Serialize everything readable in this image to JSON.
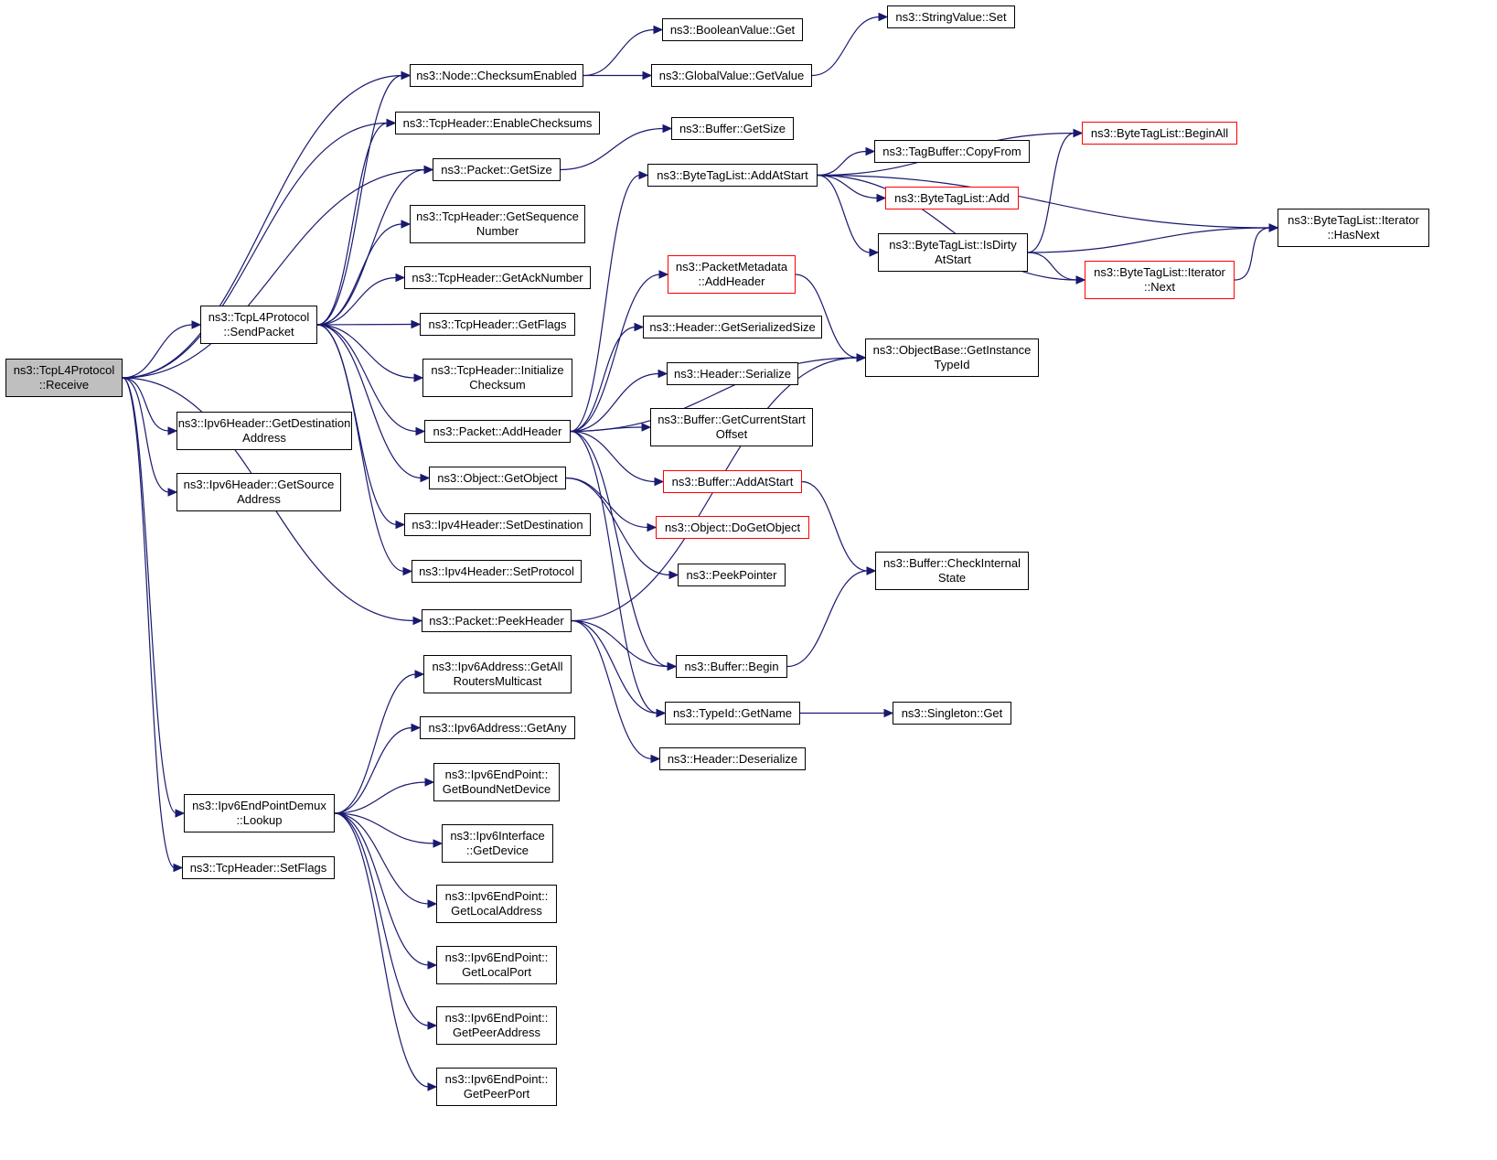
{
  "diagram": {
    "title": "",
    "colors": {
      "edge": "#191970",
      "node_border": "#000000",
      "truncated_border": "#ff0000",
      "root_fill": "#bfbfbf"
    },
    "nodes": [
      {
        "id": "receive",
        "label": "ns3::TcpL4Protocol\n::Receive",
        "root": true
      },
      {
        "id": "sendpacket",
        "label": "ns3::TcpL4Protocol\n::SendPacket"
      },
      {
        "id": "getdest6",
        "label": "ns3::Ipv6Header::GetDestination\nAddress"
      },
      {
        "id": "getsrc6",
        "label": "ns3::Ipv6Header::GetSource\nAddress"
      },
      {
        "id": "lookup",
        "label": "ns3::Ipv6EndPointDemux\n::Lookup"
      },
      {
        "id": "setflags",
        "label": "ns3::TcpHeader::SetFlags"
      },
      {
        "id": "checksumenabled",
        "label": "ns3::Node::ChecksumEnabled"
      },
      {
        "id": "enablechecksums",
        "label": "ns3::TcpHeader::EnableChecksums"
      },
      {
        "id": "pktgetsize",
        "label": "ns3::Packet::GetSize"
      },
      {
        "id": "getseq",
        "label": "ns3::TcpHeader::GetSequence\nNumber"
      },
      {
        "id": "getack",
        "label": "ns3::TcpHeader::GetAckNumber"
      },
      {
        "id": "getflags",
        "label": "ns3::TcpHeader::GetFlags"
      },
      {
        "id": "initchecksum",
        "label": "ns3::TcpHeader::Initialize\nChecksum"
      },
      {
        "id": "addheader",
        "label": "ns3::Packet::AddHeader"
      },
      {
        "id": "getobject",
        "label": "ns3::Object::GetObject"
      },
      {
        "id": "setdest4",
        "label": "ns3::Ipv4Header::SetDestination"
      },
      {
        "id": "setproto4",
        "label": "ns3::Ipv4Header::SetProtocol"
      },
      {
        "id": "peekheader",
        "label": "ns3::Packet::PeekHeader"
      },
      {
        "id": "allrouters",
        "label": "ns3::Ipv6Address::GetAll\nRoutersMulticast"
      },
      {
        "id": "getany",
        "label": "ns3::Ipv6Address::GetAny"
      },
      {
        "id": "boundnet",
        "label": "ns3::Ipv6EndPoint::\nGetBoundNetDevice"
      },
      {
        "id": "ifdevice",
        "label": "ns3::Ipv6Interface\n::GetDevice"
      },
      {
        "id": "localaddr",
        "label": "ns3::Ipv6EndPoint::\nGetLocalAddress"
      },
      {
        "id": "localport",
        "label": "ns3::Ipv6EndPoint::\nGetLocalPort"
      },
      {
        "id": "peeraddr",
        "label": "ns3::Ipv6EndPoint::\nGetPeerAddress"
      },
      {
        "id": "peerport",
        "label": "ns3::Ipv6EndPoint::\nGetPeerPort"
      },
      {
        "id": "boolget",
        "label": "ns3::BooleanValue::Get"
      },
      {
        "id": "globalgetvalue",
        "label": "ns3::GlobalValue::GetValue"
      },
      {
        "id": "bufgetsize",
        "label": "ns3::Buffer::GetSize"
      },
      {
        "id": "addatstart_btl",
        "label": "ns3::ByteTagList::AddAtStart"
      },
      {
        "id": "pmaddheader",
        "label": "ns3::PacketMetadata\n::AddHeader",
        "truncated": true
      },
      {
        "id": "getserialsize",
        "label": "ns3::Header::GetSerializedSize"
      },
      {
        "id": "serialize",
        "label": "ns3::Header::Serialize"
      },
      {
        "id": "curstart",
        "label": "ns3::Buffer::GetCurrentStart\nOffset"
      },
      {
        "id": "bufaddatstart",
        "label": "ns3::Buffer::AddAtStart",
        "truncated": true
      },
      {
        "id": "dogetobject",
        "label": "ns3::Object::DoGetObject",
        "truncated": true
      },
      {
        "id": "peekpointer",
        "label": "ns3::PeekPointer"
      },
      {
        "id": "bufbegin",
        "label": "ns3::Buffer::Begin"
      },
      {
        "id": "typeidname",
        "label": "ns3::TypeId::GetName"
      },
      {
        "id": "deserialize",
        "label": "ns3::Header::Deserialize"
      },
      {
        "id": "stringset",
        "label": "ns3::StringValue::Set"
      },
      {
        "id": "copyfrom",
        "label": "ns3::TagBuffer::CopyFrom"
      },
      {
        "id": "btladd",
        "label": "ns3::ByteTagList::Add",
        "truncated": true
      },
      {
        "id": "isdirty",
        "label": "ns3::ByteTagList::IsDirty\nAtStart"
      },
      {
        "id": "getinstance",
        "label": "ns3::ObjectBase::GetInstance\nTypeId"
      },
      {
        "id": "checkinternal",
        "label": "ns3::Buffer::CheckInternal\nState"
      },
      {
        "id": "singletonget",
        "label": "ns3::Singleton::Get"
      },
      {
        "id": "beginall",
        "label": "ns3::ByteTagList::BeginAll",
        "truncated": true
      },
      {
        "id": "iternext",
        "label": "ns3::ByteTagList::Iterator\n::Next",
        "truncated": true
      },
      {
        "id": "hasnext",
        "label": "ns3::ByteTagList::Iterator\n::HasNext"
      }
    ],
    "edges": [
      [
        "receive",
        "sendpacket"
      ],
      [
        "receive",
        "checksumenabled"
      ],
      [
        "receive",
        "enablechecksums"
      ],
      [
        "receive",
        "pktgetsize"
      ],
      [
        "receive",
        "getdest6"
      ],
      [
        "receive",
        "getsrc6"
      ],
      [
        "receive",
        "lookup"
      ],
      [
        "receive",
        "setflags"
      ],
      [
        "receive",
        "peekheader"
      ],
      [
        "sendpacket",
        "checksumenabled"
      ],
      [
        "sendpacket",
        "enablechecksums"
      ],
      [
        "sendpacket",
        "pktgetsize"
      ],
      [
        "sendpacket",
        "getseq"
      ],
      [
        "sendpacket",
        "getack"
      ],
      [
        "sendpacket",
        "getflags"
      ],
      [
        "sendpacket",
        "initchecksum"
      ],
      [
        "sendpacket",
        "addheader"
      ],
      [
        "sendpacket",
        "getobject"
      ],
      [
        "sendpacket",
        "setdest4"
      ],
      [
        "sendpacket",
        "setproto4"
      ],
      [
        "checksumenabled",
        "boolget"
      ],
      [
        "checksumenabled",
        "globalgetvalue"
      ],
      [
        "globalgetvalue",
        "stringset"
      ],
      [
        "pktgetsize",
        "bufgetsize"
      ],
      [
        "addheader",
        "addatstart_btl"
      ],
      [
        "addheader",
        "pmaddheader"
      ],
      [
        "addheader",
        "getserialsize"
      ],
      [
        "addheader",
        "serialize"
      ],
      [
        "addheader",
        "curstart"
      ],
      [
        "addheader",
        "bufaddatstart"
      ],
      [
        "addheader",
        "getinstance"
      ],
      [
        "addheader",
        "bufbegin"
      ],
      [
        "addheader",
        "typeidname"
      ],
      [
        "getobject",
        "dogetobject"
      ],
      [
        "getobject",
        "peekpointer"
      ],
      [
        "peekheader",
        "bufbegin"
      ],
      [
        "peekheader",
        "typeidname"
      ],
      [
        "peekheader",
        "deserialize"
      ],
      [
        "peekheader",
        "getinstance"
      ],
      [
        "lookup",
        "allrouters"
      ],
      [
        "lookup",
        "getany"
      ],
      [
        "lookup",
        "boundnet"
      ],
      [
        "lookup",
        "ifdevice"
      ],
      [
        "lookup",
        "localaddr"
      ],
      [
        "lookup",
        "localport"
      ],
      [
        "lookup",
        "peeraddr"
      ],
      [
        "lookup",
        "peerport"
      ],
      [
        "addatstart_btl",
        "copyfrom"
      ],
      [
        "addatstart_btl",
        "btladd"
      ],
      [
        "addatstart_btl",
        "isdirty"
      ],
      [
        "addatstart_btl",
        "beginall"
      ],
      [
        "addatstart_btl",
        "hasnext"
      ],
      [
        "addatstart_btl",
        "iternext"
      ],
      [
        "isdirty",
        "beginall"
      ],
      [
        "isdirty",
        "iternext"
      ],
      [
        "isdirty",
        "hasnext"
      ],
      [
        "iternext",
        "hasnext"
      ],
      [
        "pmaddheader",
        "getinstance"
      ],
      [
        "bufaddatstart",
        "checkinternal"
      ],
      [
        "bufbegin",
        "checkinternal"
      ],
      [
        "typeidname",
        "singletonget"
      ]
    ]
  }
}
